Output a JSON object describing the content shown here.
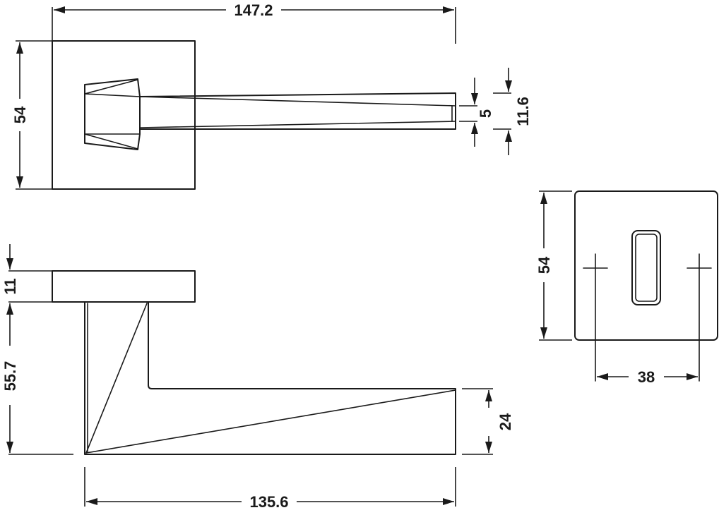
{
  "dimensions": {
    "top_overall_length": "147.2",
    "top_rose_height": "54",
    "top_lever_tip_thickness": "5",
    "top_lever_tip_height": "11.6",
    "side_rose_thickness": "11",
    "side_projection": "55.7",
    "side_lever_grip_height": "24",
    "side_lever_length": "135.6",
    "escutcheon_height": "54",
    "escutcheon_screw_spacing": "38"
  }
}
